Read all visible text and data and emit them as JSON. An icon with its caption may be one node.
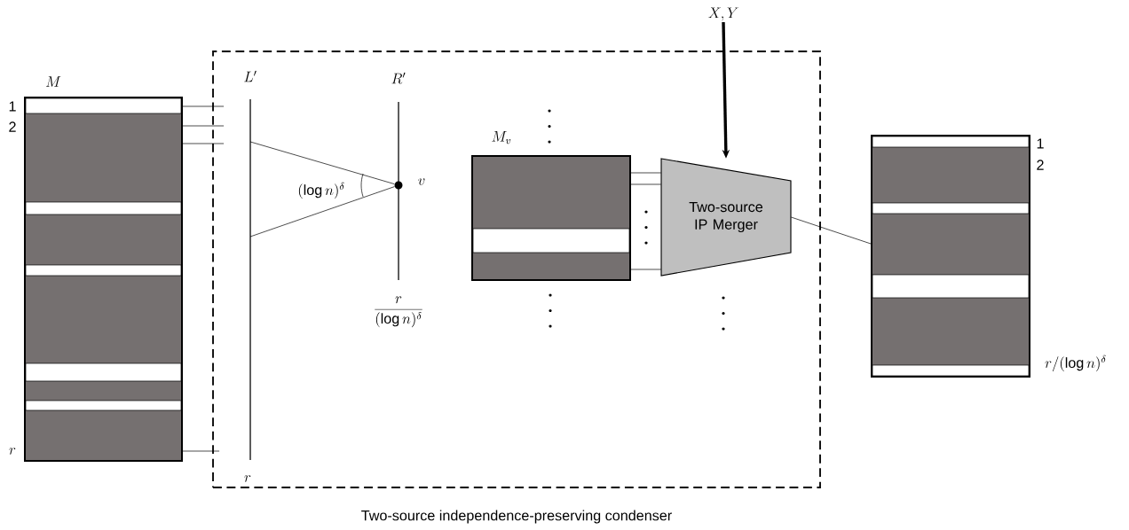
{
  "diagram": {
    "nodes": [
      {
        "text": [
          "Two-source independence-preserving condenser"
        ]
      },
      {
        "text": [
          "M"
        ],
        "beside": [
          "1",
          "2",
          "r"
        ]
      },
      {
        "text": [
          "L'",
          "r"
        ],
        "in": 0
      },
      {
        "text": [
          "R'",
          "\\frac{r}{(\\log n)^{\\delta}}"
        ],
        "in": 0
      },
      {
        "text": [
          "v"
        ],
        "in": 3
      },
      {
        "text": [
          "M_v"
        ],
        "in": 0
      },
      {
        "text": [
          "Two-source IP Merger"
        ],
        "in": 0
      },
      {
        "text": [
          "X,Y"
        ]
      },
      {
        "text": [],
        "shape": "box",
        "beside": [
          "1",
          "2",
          "r/(\\log n)^{\\delta}"
        ]
      }
    ],
    "edges": [
      {
        "from": 1,
        "to": 0,
        "arrow": "none"
      },
      {
        "from": 1,
        "to": 0,
        "arrow": "none"
      },
      {
        "from": 1,
        "to": 0,
        "arrow": "none"
      },
      {
        "from": 1,
        "to": 0,
        "arrow": "none"
      },
      {
        "from": 2,
        "to": 4,
        "arrow": "none"
      },
      {
        "from": 2,
        "to": 4,
        "arrow": "none"
      },
      {
        "from": 5,
        "to": 6,
        "arrow": "none"
      },
      {
        "from": 5,
        "to": 6,
        "arrow": "none"
      },
      {
        "from": 5,
        "to": 6,
        "arrow": "none"
      },
      {
        "from": 7,
        "to": 6,
        "arrow": "to",
        "style": "thick"
      },
      {
        "from": 6,
        "to": 8,
        "arrow": "none"
      }
    ],
    "labels": [
      "(\\log n)^{\\delta}"
    ]
  }
}
